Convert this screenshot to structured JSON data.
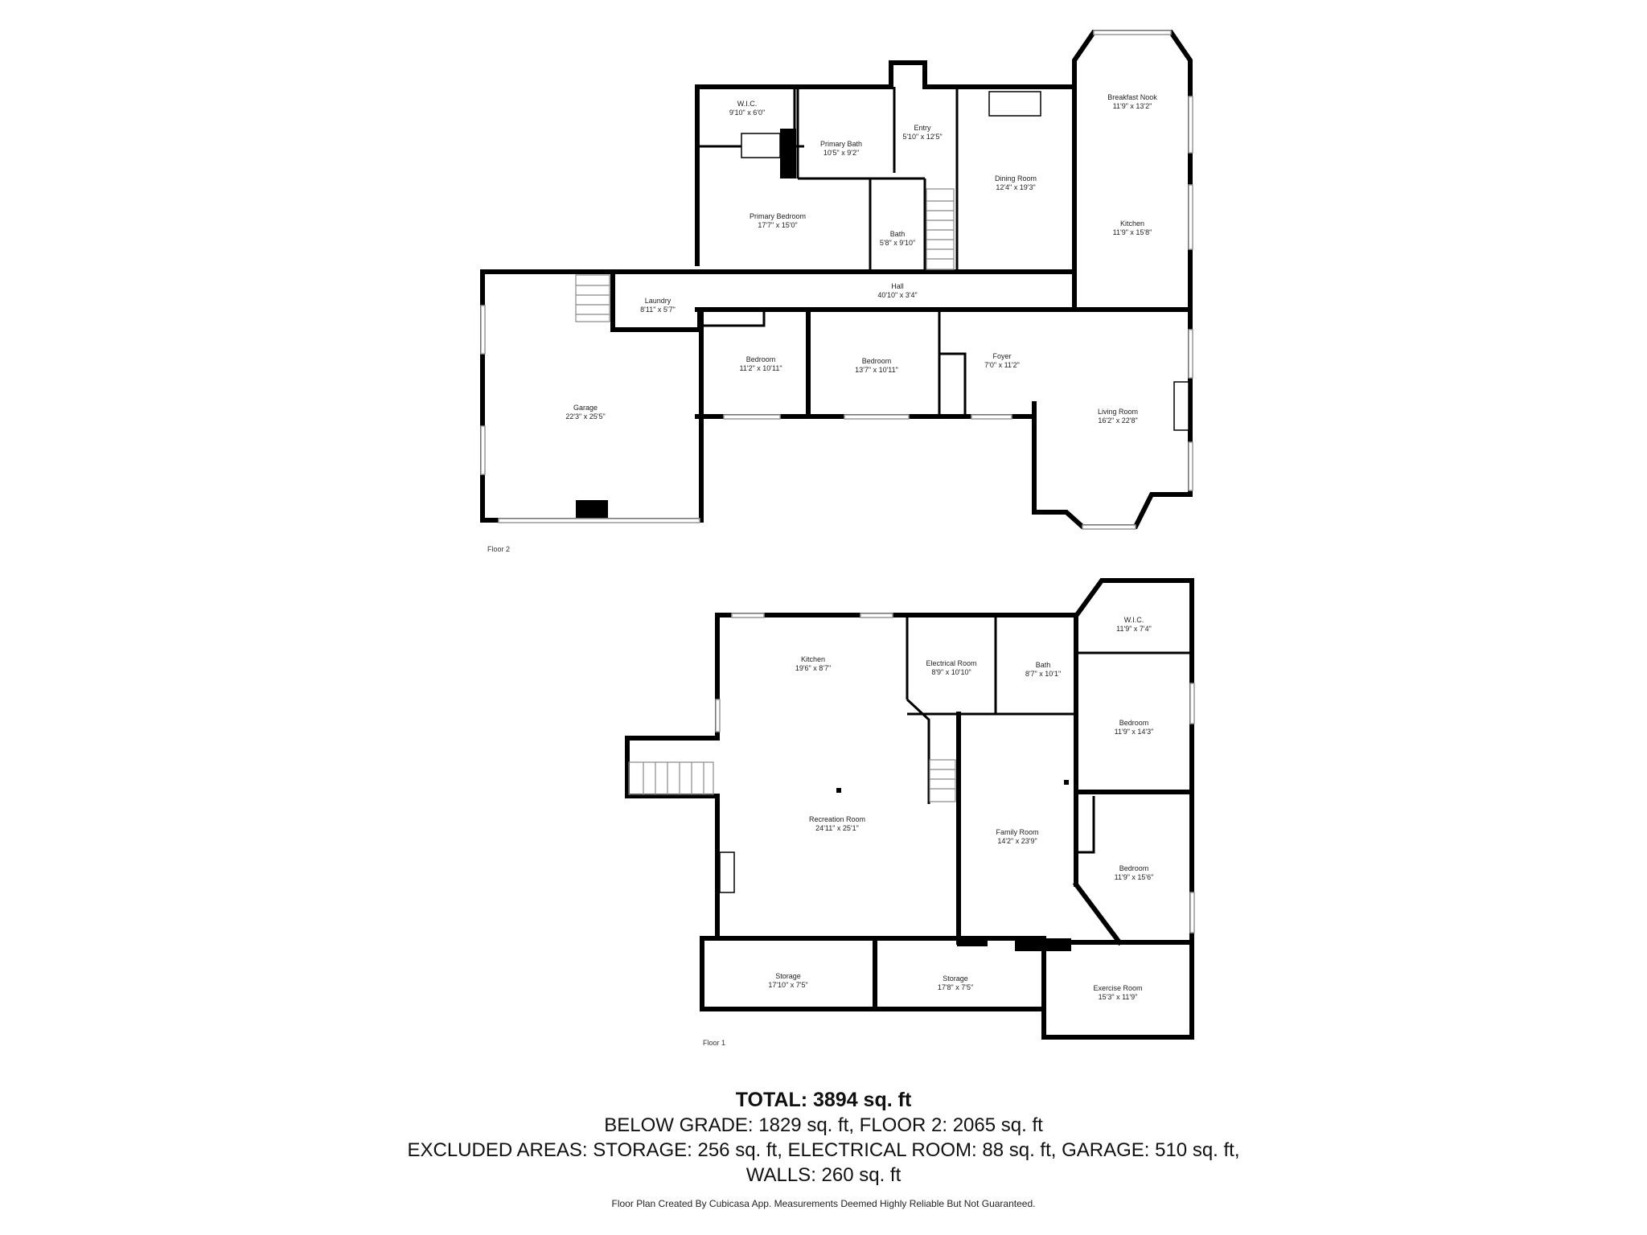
{
  "floor2": {
    "label": "Floor 2",
    "rooms": {
      "wic": {
        "name": "W.I.C.",
        "dims": "9'10\" x 6'0\""
      },
      "primary_bath": {
        "name": "Primary Bath",
        "dims": "10'5\" x 9'2\""
      },
      "entry": {
        "name": "Entry",
        "dims": "5'10\" x 12'5\""
      },
      "breakfast_nook": {
        "name": "Breakfast Nook",
        "dims": "11'9\" x 13'2\""
      },
      "dining_room": {
        "name": "Dining Room",
        "dims": "12'4\" x 19'3\""
      },
      "primary_bedroom": {
        "name": "Primary Bedroom",
        "dims": "17'7\" x 15'0\""
      },
      "bath": {
        "name": "Bath",
        "dims": "5'8\" x 9'10\""
      },
      "kitchen": {
        "name": "Kitchen",
        "dims": "11'9\" x 15'8\""
      },
      "laundry": {
        "name": "Laundry",
        "dims": "8'11\" x 5'7\""
      },
      "hall": {
        "name": "Hall",
        "dims": "40'10\" x 3'4\""
      },
      "bedroom_a": {
        "name": "Bedroom",
        "dims": "11'2\" x 10'11\""
      },
      "bedroom_b": {
        "name": "Bedroom",
        "dims": "13'7\" x 10'11\""
      },
      "foyer": {
        "name": "Foyer",
        "dims": "7'0\" x 11'2\""
      },
      "garage": {
        "name": "Garage",
        "dims": "22'3\" x 25'5\""
      },
      "living_room": {
        "name": "Living Room",
        "dims": "16'2\" x 22'8\""
      }
    }
  },
  "floor1": {
    "label": "Floor 1",
    "rooms": {
      "kitchen": {
        "name": "Kitchen",
        "dims": "19'6\" x 8'7\""
      },
      "electrical_room": {
        "name": "Electrical Room",
        "dims": "8'9\" x 10'10\""
      },
      "bath": {
        "name": "Bath",
        "dims": "8'7\" x 10'1\""
      },
      "wic": {
        "name": "W.I.C.",
        "dims": "11'9\" x 7'4\""
      },
      "bedroom_a": {
        "name": "Bedroom",
        "dims": "11'9\" x 14'3\""
      },
      "recreation_room": {
        "name": "Recreation Room",
        "dims": "24'11\" x 25'1\""
      },
      "family_room": {
        "name": "Family Room",
        "dims": "14'2\" x 23'9\""
      },
      "bedroom_b": {
        "name": "Bedroom",
        "dims": "11'9\" x 15'6\""
      },
      "storage_a": {
        "name": "Storage",
        "dims": "17'10\" x 7'5\""
      },
      "storage_b": {
        "name": "Storage",
        "dims": "17'8\" x 7'5\""
      },
      "exercise_room": {
        "name": "Exercise Room",
        "dims": "15'3\" x 11'9\""
      }
    }
  },
  "summary": {
    "total": "TOTAL: 3894 sq. ft",
    "line1": "BELOW GRADE: 1829 sq. ft, FLOOR 2: 2065 sq. ft",
    "line2": "EXCLUDED AREAS: STORAGE: 256 sq. ft, ELECTRICAL ROOM: 88 sq. ft, GARAGE: 510 sq. ft,",
    "line3": "WALLS: 260 sq. ft"
  },
  "disclaimer": "Floor Plan Created By Cubicasa App. Measurements Deemed Highly Reliable But Not Guaranteed."
}
